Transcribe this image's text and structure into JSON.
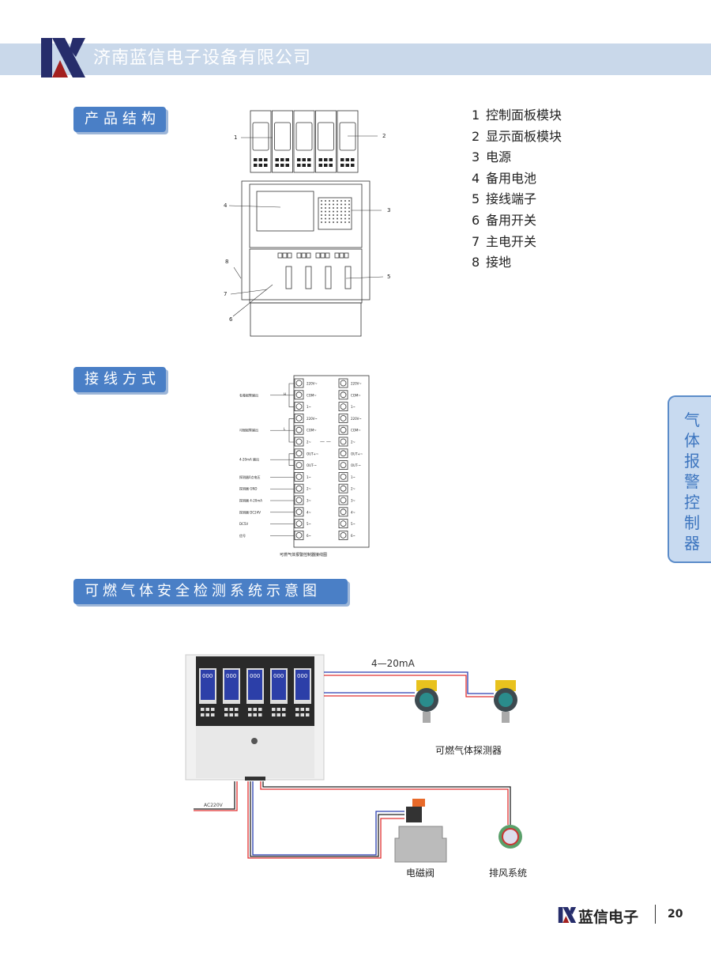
{
  "header": {
    "company": "济南蓝信电子设备有限公司",
    "logo_colors": {
      "navy": "#262d6b",
      "red": "#a3201f"
    }
  },
  "sections": {
    "structure": "产品结构",
    "wiring": "接线方式",
    "system": "可燃气体安全检测系统示意图"
  },
  "structure_callouts": [
    "1",
    "2",
    "3",
    "4",
    "5",
    "6",
    "7",
    "8"
  ],
  "legend": [
    {
      "n": "1",
      "label": "控制面板模块"
    },
    {
      "n": "2",
      "label": "显示面板模块"
    },
    {
      "n": "3",
      "label": "电源"
    },
    {
      "n": "4",
      "label": "备用电池"
    },
    {
      "n": "5",
      "label": "接线端子"
    },
    {
      "n": "6",
      "label": "备用开关"
    },
    {
      "n": "7",
      "label": "主电开关"
    },
    {
      "n": "8",
      "label": "接地"
    }
  ],
  "wiring": {
    "terminals": [
      "220V~",
      "COM~",
      "1~",
      "220V~",
      "COM~",
      "2~",
      "OUT+~",
      "OUT-~",
      "1~",
      "2~",
      "3~",
      "4~",
      "5~",
      "6~"
    ],
    "left_labels": [
      {
        "row": 1,
        "text": "有毒报警输出"
      },
      {
        "row": 4,
        "text": "可燃报警输出"
      },
      {
        "row": 6.5,
        "text": "4-20mA 输出"
      },
      {
        "row": 8,
        "text": "探测器0点电压"
      },
      {
        "row": 9,
        "text": "探测器 GND"
      },
      {
        "row": 10,
        "text": "探测器 4-20mA"
      },
      {
        "row": 11,
        "text": "探测器 DC24V"
      },
      {
        "row": 12,
        "text": "DC5V"
      },
      {
        "row": 13,
        "text": "信号"
      }
    ],
    "group_marks": [
      "H",
      "L"
    ],
    "caption": "可燃气体报警控制器接线图"
  },
  "system": {
    "signal_label": "4—20mA",
    "power_label": "AC220V",
    "detector_label": "可燃气体探测器",
    "valve_label": "电磁阀",
    "fan_label": "排风系统",
    "display_value": "000",
    "wire_colors": {
      "red": "#e03030",
      "blue": "#2a3fb0",
      "black": "#222222"
    }
  },
  "side_tab": {
    "chars": [
      "气",
      "体",
      "报",
      "警",
      "控",
      "制",
      "器"
    ]
  },
  "footer": {
    "brand": "蓝信电子",
    "page": "20"
  }
}
